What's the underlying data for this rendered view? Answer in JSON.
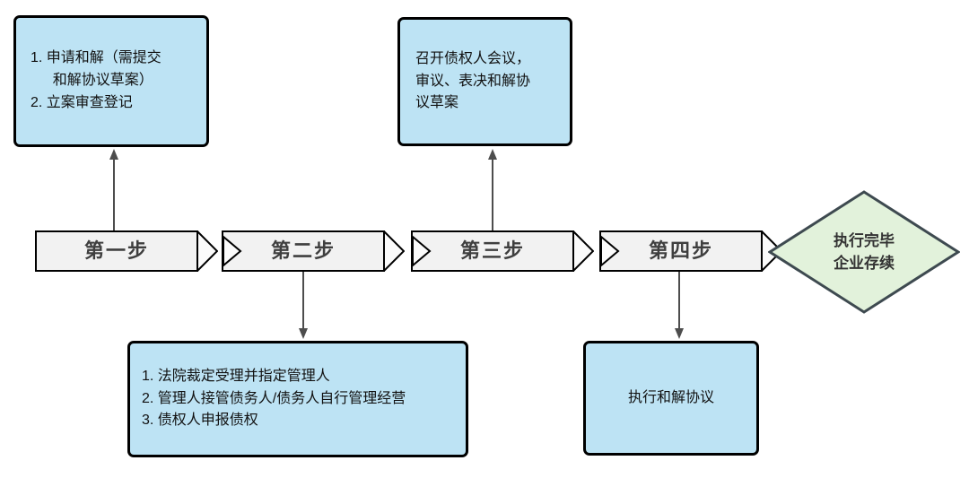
{
  "colors": {
    "background": "#FFFFFF",
    "box_fill": "#BDE3F4",
    "box_border": "#000000",
    "banner_fill": "#F2F2F2",
    "banner_tip_fill": "#FBFBFB",
    "banner_border": "#000000",
    "banner_text": "#3F3F3F",
    "diamond_fill": "#E2F2DB",
    "diamond_border": "#3E4A50",
    "diamond_text": "#333333",
    "arrow": "#4D4D4D",
    "note_text": "#111111"
  },
  "steps": [
    {
      "label": "第一步"
    },
    {
      "label": "第二步"
    },
    {
      "label": "第三步"
    },
    {
      "label": "第四步"
    }
  ],
  "notes": {
    "step1": {
      "lines": [
        "1. 申请和解（需提交",
        "和解协议草案）",
        "2. 立案审查登记"
      ]
    },
    "step2": {
      "lines": [
        "1. 法院裁定受理并指定管理人",
        "2. 管理人接管债务人/债务人自行管理经营",
        "3. 债权人申报债权"
      ]
    },
    "step3": {
      "lines": [
        "召开债权人会议，",
        "审议、表决和解协",
        "议草案"
      ]
    },
    "step4": {
      "lines": [
        "执行和解协议"
      ]
    }
  },
  "diamond": {
    "lines": [
      "执行完毕",
      "企业存续"
    ]
  }
}
